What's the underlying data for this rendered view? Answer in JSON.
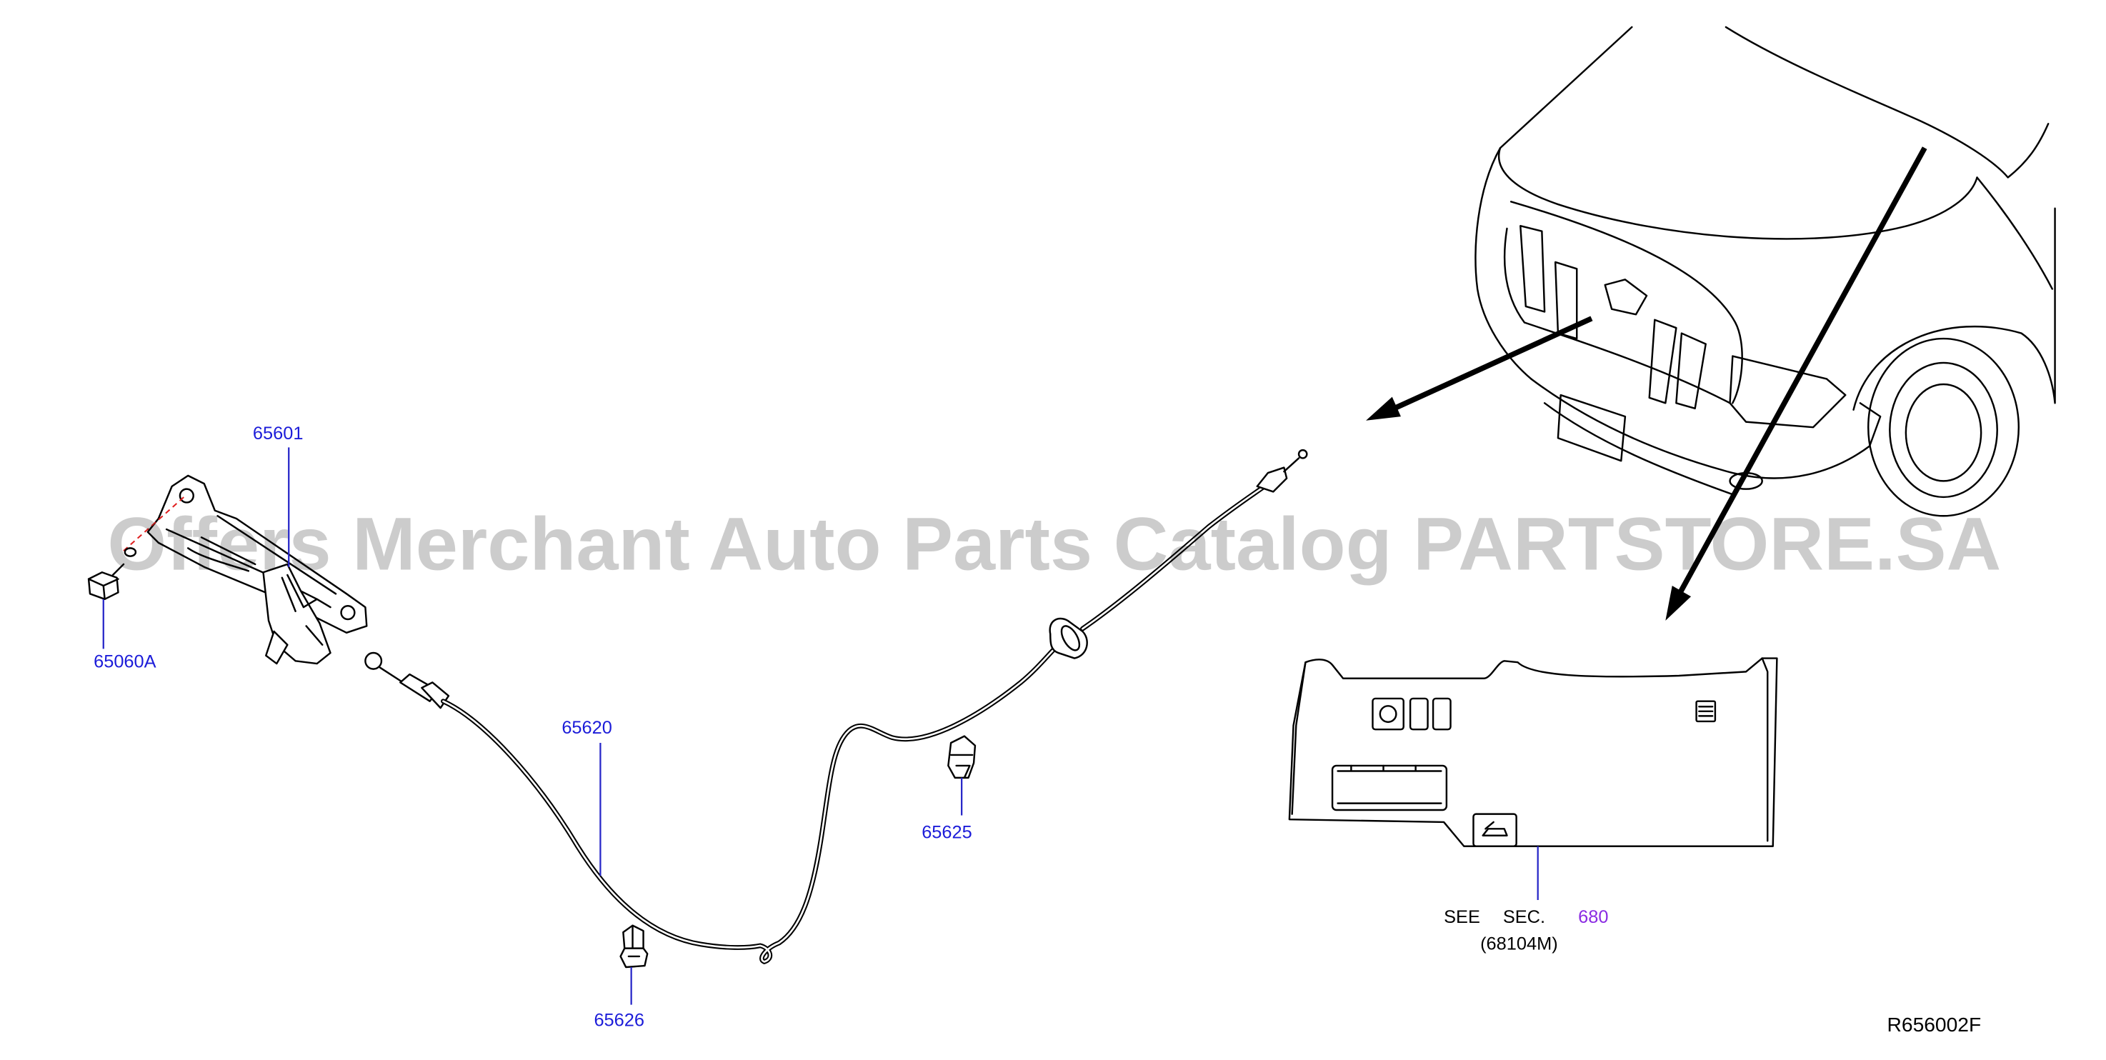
{
  "watermark": "Offers Merchant Auto Parts Catalog PARTSTORE.SA",
  "diagram_code": "R656002F",
  "callouts": {
    "hood_lock": "65601",
    "bolt": "65060A",
    "release_cable": "65620",
    "clip_upper": "65625",
    "clip_lower": "65626"
  },
  "section_reference": {
    "see": "SEE",
    "sec": "SEC.",
    "section_number": "680",
    "part_number": "(68104M)"
  },
  "colors": {
    "part_link": "#1c1cd9",
    "visited_link": "#8a2be2",
    "leader_line": "#2626c8",
    "line_art": "#000000",
    "alignment_guide": "#e02020",
    "watermark": "#000000"
  }
}
